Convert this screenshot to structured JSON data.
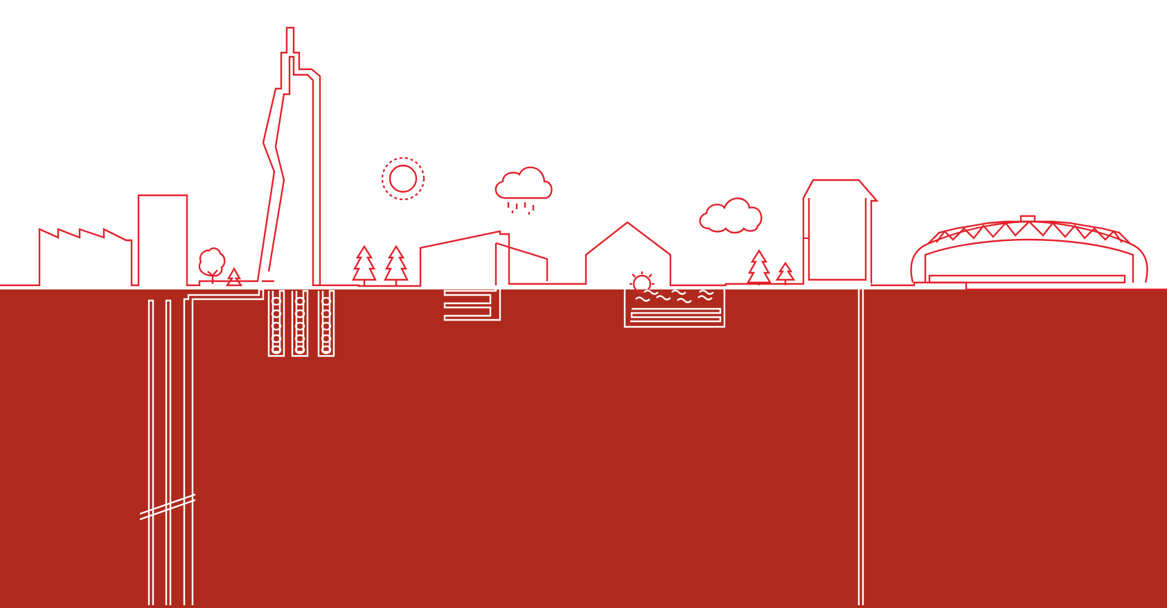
{
  "colors": {
    "background": "#ffffff",
    "ground": "#b0291d",
    "outline": "#e3212b",
    "pipe": "#ffffff"
  },
  "scene": {
    "elements": [
      "factory-icon",
      "office-block-icon",
      "deciduous-tree-icon",
      "pine-tree-icon",
      "skyscraper-icon",
      "sun-icon",
      "rain-cloud-icon",
      "modern-house-icon",
      "gable-house-icon",
      "water-wheel-icon",
      "cloud-icon",
      "tall-building-icon",
      "arena-icon"
    ],
    "underground": [
      "deep-borehole-pipes",
      "coil-ground-loops",
      "horizontal-ground-loop",
      "pond-loop",
      "open-loop-well"
    ]
  }
}
